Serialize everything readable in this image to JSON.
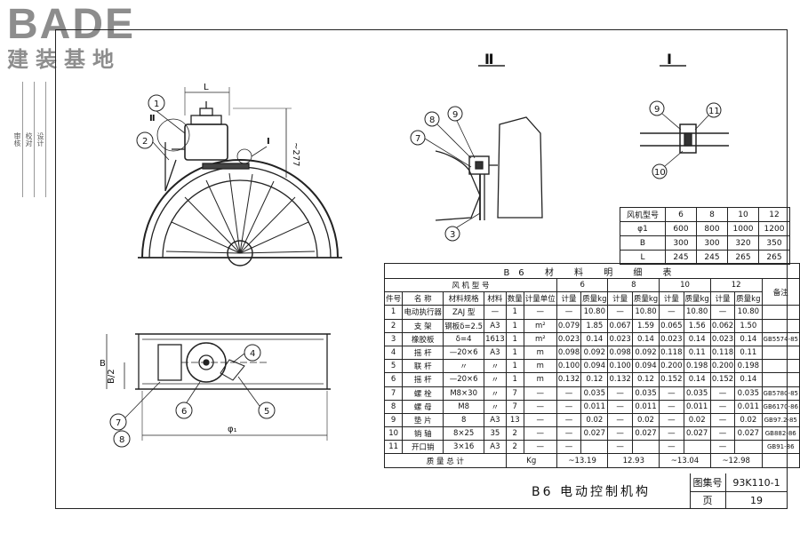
{
  "logo": {
    "word": "BADE",
    "sub": "建装基地"
  },
  "side_block": {
    "col1": "审核",
    "col2": "校对",
    "col3": "设计"
  },
  "views": {
    "section_II": "Ⅱ",
    "section_I": "Ⅰ"
  },
  "elevation_labels": {
    "dim_L": "L",
    "dim_277": "~277",
    "mark_II": "Ⅱ",
    "mark_I": "Ⅰ",
    "p1": "1",
    "p2": "2"
  },
  "plan_labels": {
    "dim_B": "B",
    "dim_B2": "B/2",
    "dim_phi": "φ₁",
    "p4": "4",
    "p5": "5",
    "p6": "6",
    "p7": "7",
    "p8": "8"
  },
  "detail_II_labels": {
    "p8": "8",
    "p9": "9",
    "p7": "7",
    "p3": "3"
  },
  "detail_I_labels": {
    "p9": "9",
    "p11": "11",
    "p10": "10"
  },
  "spec_table": {
    "header": [
      "风机型号",
      "6",
      "8",
      "10",
      "12"
    ],
    "rows": [
      [
        "φ1",
        "600",
        "800",
        "1000",
        "1200"
      ],
      [
        "B",
        "300",
        "300",
        "320",
        "350"
      ],
      [
        "L",
        "245",
        "245",
        "265",
        "265"
      ]
    ]
  },
  "bom": {
    "title": "B6 材 料 明 细 表",
    "h_fan": "风 机 型 号",
    "h_remark": "备注",
    "h_cols": [
      "件号",
      "名 称",
      "材料规格",
      "材料",
      "数量",
      "计量单位"
    ],
    "h_sizes": [
      "6",
      "8",
      "10",
      "12"
    ],
    "h_sub": [
      "计量",
      "质量kg"
    ],
    "rows": [
      [
        "1",
        "电动执行器",
        "ZAJ 型",
        "—",
        "1",
        "—",
        "—",
        "10.80",
        "—",
        "10.80",
        "—",
        "10.80",
        "—",
        "10.80",
        ""
      ],
      [
        "2",
        "支 架",
        "钢板δ=2.5",
        "A3",
        "1",
        "m²",
        "0.079",
        "1.85",
        "0.067",
        "1.59",
        "0.065",
        "1.56",
        "0.062",
        "1.50",
        ""
      ],
      [
        "3",
        "橡胶板",
        "δ=4",
        "1613",
        "1",
        "m²",
        "0.023",
        "0.14",
        "0.023",
        "0.14",
        "0.023",
        "0.14",
        "0.023",
        "0.14",
        "GB5574-85"
      ],
      [
        "4",
        "摇 杆",
        "—20×6",
        "A3",
        "1",
        "m",
        "0.098",
        "0.092",
        "0.098",
        "0.092",
        "0.118",
        "0.11",
        "0.118",
        "0.11",
        ""
      ],
      [
        "5",
        "联 杆",
        "〃",
        "〃",
        "1",
        "m",
        "0.100",
        "0.094",
        "0.100",
        "0.094",
        "0.200",
        "0.198",
        "0.200",
        "0.198",
        ""
      ],
      [
        "6",
        "摇 杆",
        "—20×6",
        "〃",
        "1",
        "m",
        "0.132",
        "0.12",
        "0.132",
        "0.12",
        "0.152",
        "0.14",
        "0.152",
        "0.14",
        ""
      ],
      [
        "7",
        "螺 栓",
        "M8×30",
        "〃",
        "7",
        "—",
        "—",
        "0.035",
        "—",
        "0.035",
        "—",
        "0.035",
        "—",
        "0.035",
        "GB5780-85"
      ],
      [
        "8",
        "螺 母",
        "M8",
        "〃",
        "7",
        "—",
        "—",
        "0.011",
        "—",
        "0.011",
        "—",
        "0.011",
        "—",
        "0.011",
        "GB6170-86"
      ],
      [
        "9",
        "垫 片",
        "8",
        "A3",
        "13",
        "—",
        "—",
        "0.02",
        "—",
        "0.02",
        "—",
        "0.02",
        "—",
        "0.02",
        "GB97.2-85"
      ],
      [
        "10",
        "销 轴",
        "8×25",
        "35",
        "2",
        "—",
        "—",
        "0.027",
        "—",
        "0.027",
        "—",
        "0.027",
        "—",
        "0.027",
        "GB882-86"
      ],
      [
        "11",
        "开口销",
        "3×16",
        "A3",
        "2",
        "—",
        "—",
        "",
        "—",
        "",
        "—",
        "",
        "—",
        "",
        "GB91-86"
      ]
    ],
    "total_label": "质 量 总 计",
    "total_unit": "Kg",
    "totals": [
      "~13.19",
      "12.93",
      "~13.04",
      "~12.98"
    ]
  },
  "title_block": {
    "name": "B6 电动控制机构",
    "atlas_label": "图集号",
    "atlas_value": "93K110-1",
    "page_label": "页",
    "page_value": "19"
  }
}
